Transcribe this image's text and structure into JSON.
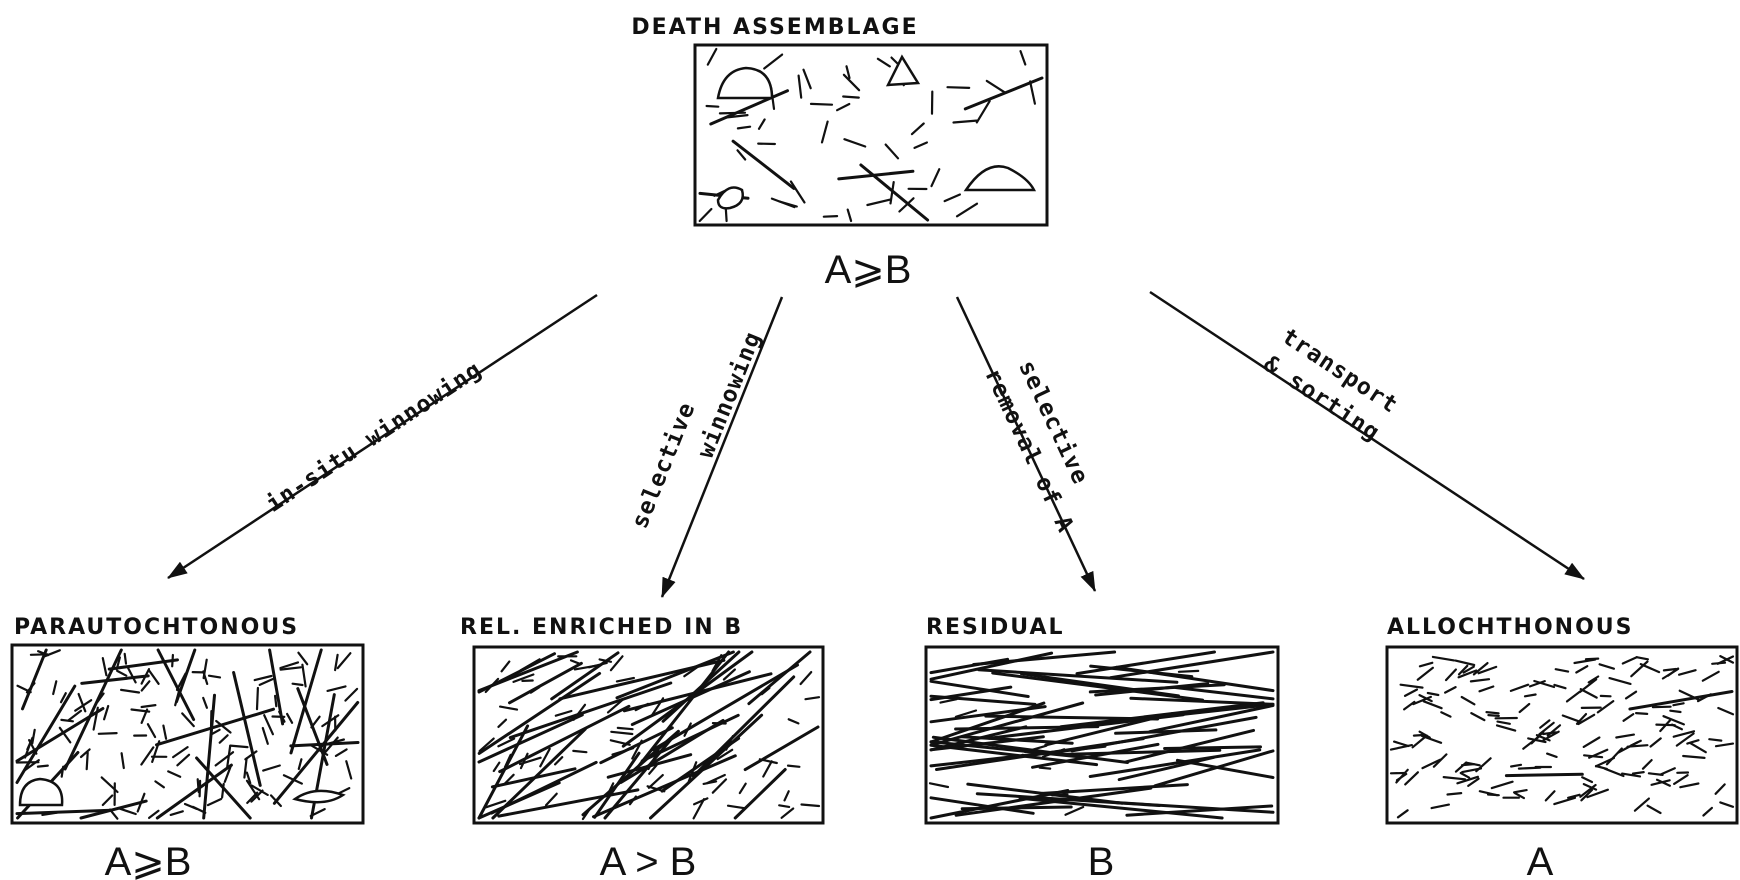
{
  "source": {
    "title": "DEATH ASSEMBLAGE",
    "ratio": "A⩾B"
  },
  "edges": [
    {
      "lines": [
        "in-situ winnowing"
      ]
    },
    {
      "lines": [
        "selective",
        "winnowing"
      ]
    },
    {
      "lines": [
        "selective",
        "removal of A"
      ]
    },
    {
      "lines": [
        "transport",
        "& sorting"
      ]
    }
  ],
  "targets": [
    {
      "title": "PARAUTOCHTONOUS",
      "ratio": "A⩾B"
    },
    {
      "title": "REL. ENRICHED IN B",
      "ratio": "A > B"
    },
    {
      "title": "RESIDUAL",
      "ratio": "B"
    },
    {
      "title": "ALLOCHTHONOUS",
      "ratio": "A"
    }
  ]
}
